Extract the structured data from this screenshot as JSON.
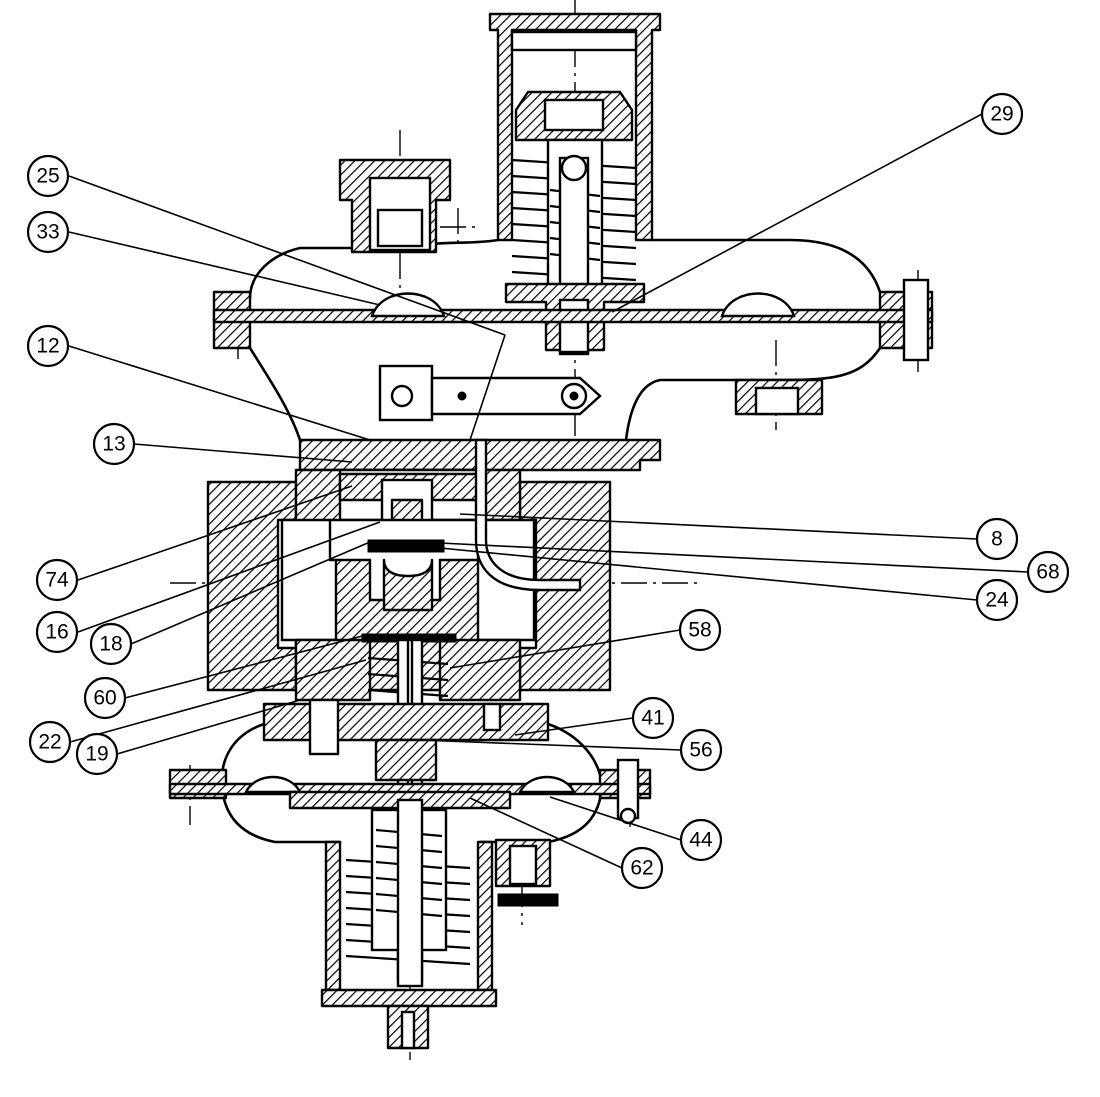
{
  "callouts": [
    {
      "label": "25"
    },
    {
      "label": "33"
    },
    {
      "label": "29"
    },
    {
      "label": "12"
    },
    {
      "label": "13"
    },
    {
      "label": "74"
    },
    {
      "label": "16"
    },
    {
      "label": "18"
    },
    {
      "label": "8"
    },
    {
      "label": "68"
    },
    {
      "label": "24"
    },
    {
      "label": "58"
    },
    {
      "label": "60"
    },
    {
      "label": "22"
    },
    {
      "label": "19"
    },
    {
      "label": "41"
    },
    {
      "label": "56"
    },
    {
      "label": "44"
    },
    {
      "label": "62"
    }
  ]
}
